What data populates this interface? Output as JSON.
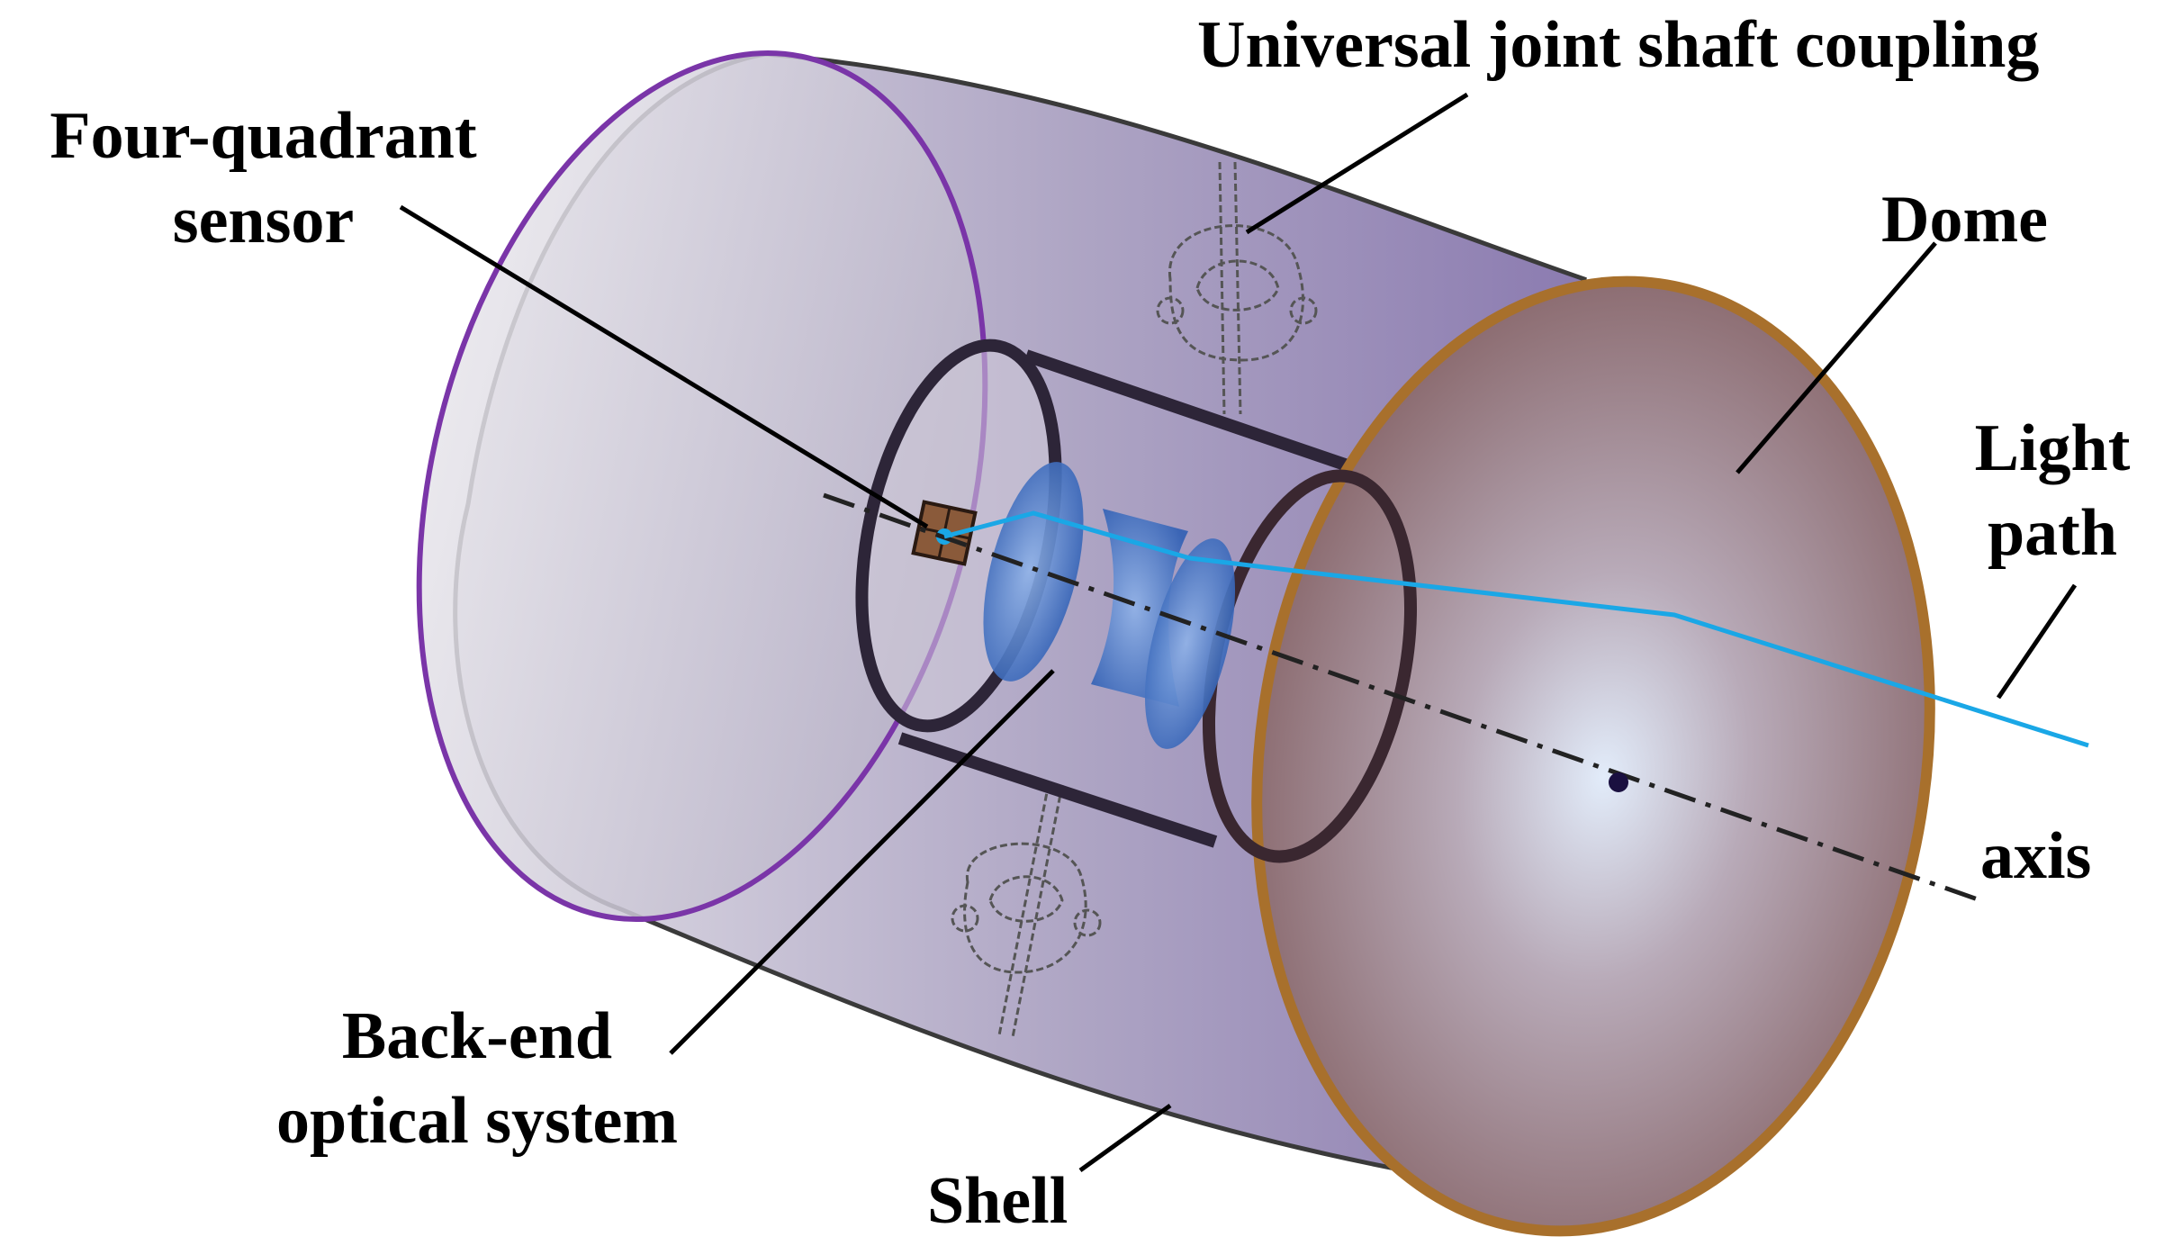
{
  "labels": {
    "universal_joint": "Universal joint shaft coupling",
    "four_quadrant_line1": "Four-quadrant",
    "four_quadrant_line2": "sensor",
    "dome": "Dome",
    "light_path_line1": "Light",
    "light_path_line2": "path",
    "axis": "axis",
    "back_end_line1": "Back-end",
    "back_end_line2": "optical system",
    "shell": "Shell"
  },
  "colors": {
    "shell_fill_light": "#d8d6e0",
    "shell_fill_dark": "#8f7fb3",
    "shell_rim": "#7a35a8",
    "dome_fill_center": "#dce6f5",
    "dome_fill_edge": "#8a6566",
    "dome_rim": "#a8702c",
    "lens": "#3f73c7",
    "light_path": "#1aa7e6",
    "frame": "#2d2538",
    "sensor": "#8a5a3a"
  }
}
